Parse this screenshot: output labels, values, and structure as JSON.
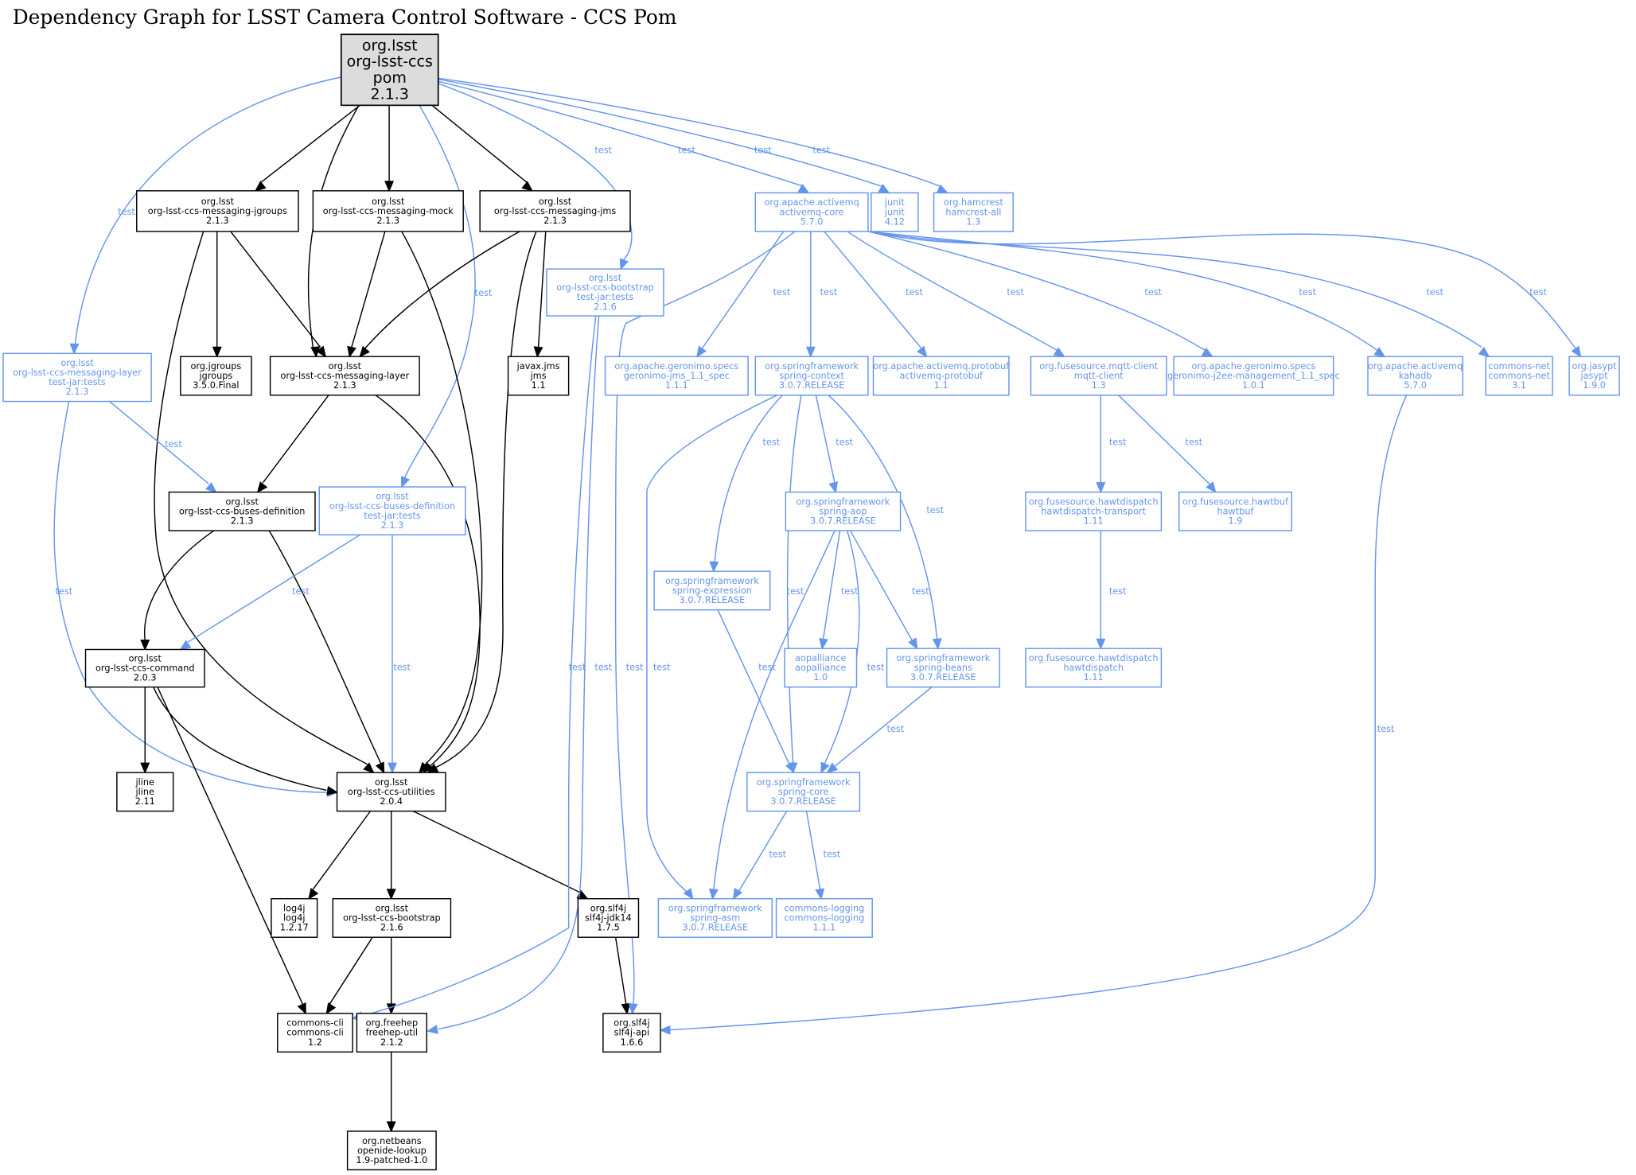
{
  "title": "Dependency Graph for LSST Camera Control Software - CCS Pom",
  "colors": {
    "compile": "#000000",
    "test": "#6495ed",
    "root_fill": "#dcdcdc"
  },
  "nodes": [
    {
      "id": "root",
      "scope": "root",
      "lines": [
        "org.lsst",
        "org-lsst-ccs",
        "pom",
        "2.1.3"
      ]
    },
    {
      "id": "jgroups",
      "scope": "compile",
      "lines": [
        "org.lsst",
        "org-lsst-ccs-messaging-jgroups",
        "2.1.3"
      ]
    },
    {
      "id": "mock",
      "scope": "compile",
      "lines": [
        "org.lsst",
        "org-lsst-ccs-messaging-mock",
        "2.1.3"
      ]
    },
    {
      "id": "jms",
      "scope": "compile",
      "lines": [
        "org.lsst",
        "org-lsst-ccs-messaging-jms",
        "2.1.3"
      ]
    },
    {
      "id": "activemq-core",
      "scope": "test",
      "lines": [
        "org.apache.activemq",
        "activemq-core",
        "5.7.0"
      ]
    },
    {
      "id": "junit",
      "scope": "test",
      "lines": [
        "junit",
        "junit",
        "4.12"
      ]
    },
    {
      "id": "hamcrest",
      "scope": "test",
      "lines": [
        "org.hamcrest",
        "hamcrest-all",
        "1.3"
      ]
    },
    {
      "id": "bootstrap-tj",
      "scope": "test",
      "lines": [
        "org.lsst",
        "org-lsst-ccs-bootstrap",
        "test-jar:tests",
        "2.1.6"
      ]
    },
    {
      "id": "msglayer-tj",
      "scope": "test",
      "lines": [
        "org.lsst",
        "org-lsst-ccs-messaging-layer",
        "test-jar:tests",
        "2.1.3"
      ]
    },
    {
      "id": "jgroups-lib",
      "scope": "compile",
      "lines": [
        "org.jgroups",
        "jgroups",
        "3.5.0.Final"
      ]
    },
    {
      "id": "msglayer",
      "scope": "compile",
      "lines": [
        "org.lsst",
        "org-lsst-ccs-messaging-layer",
        "2.1.3"
      ]
    },
    {
      "id": "jms-lib",
      "scope": "compile",
      "lines": [
        "javax.jms",
        "jms",
        "1.1"
      ]
    },
    {
      "id": "geronimo-jms",
      "scope": "test",
      "lines": [
        "org.apache.geronimo.specs",
        "geronimo-jms_1.1_spec",
        "1.1.1"
      ]
    },
    {
      "id": "spring-context",
      "scope": "test",
      "lines": [
        "org.springframework",
        "spring-context",
        "3.0.7.RELEASE"
      ]
    },
    {
      "id": "protobuf",
      "scope": "test",
      "lines": [
        "org.apache.activemq.protobuf",
        "activemq-protobuf",
        "1.1"
      ]
    },
    {
      "id": "mqtt",
      "scope": "test",
      "lines": [
        "org.fusesource.mqtt-client",
        "mqtt-client",
        "1.3"
      ]
    },
    {
      "id": "geronimo-j2ee",
      "scope": "test",
      "lines": [
        "org.apache.geronimo.specs",
        "geronimo-j2ee-management_1.1_spec",
        "1.0.1"
      ]
    },
    {
      "id": "kahadb",
      "scope": "test",
      "lines": [
        "org.apache.activemq",
        "kahadb",
        "5.7.0"
      ]
    },
    {
      "id": "commons-net",
      "scope": "test",
      "lines": [
        "commons-net",
        "commons-net",
        "3.1"
      ]
    },
    {
      "id": "jasypt",
      "scope": "test",
      "lines": [
        "org.jasypt",
        "jasypt",
        "1.9.0"
      ]
    },
    {
      "id": "buses-def",
      "scope": "compile",
      "lines": [
        "org.lsst",
        "org-lsst-ccs-buses-definition",
        "2.1.3"
      ]
    },
    {
      "id": "buses-def-tj",
      "scope": "test",
      "lines": [
        "org.lsst",
        "org-lsst-ccs-buses-definition",
        "test-jar:tests",
        "2.1.3"
      ]
    },
    {
      "id": "spring-aop",
      "scope": "test",
      "lines": [
        "org.springframework",
        "spring-aop",
        "3.0.7.RELEASE"
      ]
    },
    {
      "id": "hawtdispatch-transport",
      "scope": "test",
      "lines": [
        "org.fusesource.hawtdispatch",
        "hawtdispatch-transport",
        "1.11"
      ]
    },
    {
      "id": "hawtbuf",
      "scope": "test",
      "lines": [
        "org.fusesource.hawtbuf",
        "hawtbuf",
        "1.9"
      ]
    },
    {
      "id": "spring-expression",
      "scope": "test",
      "lines": [
        "org.springframework",
        "spring-expression",
        "3.0.7.RELEASE"
      ]
    },
    {
      "id": "command",
      "scope": "compile",
      "lines": [
        "org.lsst",
        "org-lsst-ccs-command",
        "2.0.3"
      ]
    },
    {
      "id": "aopalliance",
      "scope": "test",
      "lines": [
        "aopalliance",
        "aopalliance",
        "1.0"
      ]
    },
    {
      "id": "spring-beans",
      "scope": "test",
      "lines": [
        "org.springframework",
        "spring-beans",
        "3.0.7.RELEASE"
      ]
    },
    {
      "id": "hawtdispatch",
      "scope": "test",
      "lines": [
        "org.fusesource.hawtdispatch",
        "hawtdispatch",
        "1.11"
      ]
    },
    {
      "id": "utilities",
      "scope": "compile",
      "lines": [
        "org.lsst",
        "org-lsst-ccs-utilities",
        "2.0.4"
      ]
    },
    {
      "id": "jline",
      "scope": "compile",
      "lines": [
        "jline",
        "jline",
        "2.11"
      ]
    },
    {
      "id": "spring-core",
      "scope": "test",
      "lines": [
        "org.springframework",
        "spring-core",
        "3.0.7.RELEASE"
      ]
    },
    {
      "id": "log4j",
      "scope": "compile",
      "lines": [
        "log4j",
        "log4j",
        "1.2.17"
      ]
    },
    {
      "id": "bootstrap",
      "scope": "compile",
      "lines": [
        "org.lsst",
        "org-lsst-ccs-bootstrap",
        "2.1.6"
      ]
    },
    {
      "id": "slf4j-jdk14",
      "scope": "compile",
      "lines": [
        "org.slf4j",
        "slf4j-jdk14",
        "1.7.5"
      ]
    },
    {
      "id": "spring-asm",
      "scope": "test",
      "lines": [
        "org.springframework",
        "spring-asm",
        "3.0.7.RELEASE"
      ]
    },
    {
      "id": "commons-logging",
      "scope": "test",
      "lines": [
        "commons-logging",
        "commons-logging",
        "1.1.1"
      ]
    },
    {
      "id": "commons-cli",
      "scope": "compile",
      "lines": [
        "commons-cli",
        "commons-cli",
        "1.2"
      ]
    },
    {
      "id": "freehep",
      "scope": "compile",
      "lines": [
        "org.freehep",
        "freehep-util",
        "2.1.2"
      ]
    },
    {
      "id": "slf4j-api",
      "scope": "compile",
      "lines": [
        "org.slf4j",
        "slf4j-api",
        "1.6.6"
      ]
    },
    {
      "id": "openide",
      "scope": "compile",
      "lines": [
        "org.netbeans",
        "openide-lookup",
        "1.9-patched-1.0"
      ]
    }
  ],
  "edges": [
    {
      "from": "root",
      "to": "jgroups",
      "scope": "compile",
      "label": ""
    },
    {
      "from": "root",
      "to": "mock",
      "scope": "compile",
      "label": ""
    },
    {
      "from": "root",
      "to": "jms",
      "scope": "compile",
      "label": ""
    },
    {
      "from": "root",
      "to": "msglayer",
      "scope": "compile",
      "label": ""
    },
    {
      "from": "root",
      "to": "msglayer-tj",
      "scope": "test",
      "label": "test"
    },
    {
      "from": "root",
      "to": "buses-def-tj",
      "scope": "test",
      "label": "test"
    },
    {
      "from": "root",
      "to": "bootstrap-tj",
      "scope": "test",
      "label": "test"
    },
    {
      "from": "root",
      "to": "activemq-core",
      "scope": "test",
      "label": "test"
    },
    {
      "from": "root",
      "to": "junit",
      "scope": "test",
      "label": "test"
    },
    {
      "from": "root",
      "to": "hamcrest",
      "scope": "test",
      "label": "test"
    },
    {
      "from": "jgroups",
      "to": "jgroups-lib",
      "scope": "compile",
      "label": ""
    },
    {
      "from": "jgroups",
      "to": "msglayer",
      "scope": "compile",
      "label": ""
    },
    {
      "from": "jgroups",
      "to": "utilities",
      "scope": "compile",
      "label": ""
    },
    {
      "from": "mock",
      "to": "msglayer",
      "scope": "compile",
      "label": ""
    },
    {
      "from": "mock",
      "to": "utilities",
      "scope": "compile",
      "label": ""
    },
    {
      "from": "jms",
      "to": "msglayer",
      "scope": "compile",
      "label": ""
    },
    {
      "from": "jms",
      "to": "jms-lib",
      "scope": "compile",
      "label": ""
    },
    {
      "from": "jms",
      "to": "utilities",
      "scope": "compile",
      "label": ""
    },
    {
      "from": "msglayer",
      "to": "buses-def",
      "scope": "compile",
      "label": ""
    },
    {
      "from": "msglayer",
      "to": "utilities",
      "scope": "compile",
      "label": ""
    },
    {
      "from": "msglayer-tj",
      "to": "buses-def",
      "scope": "test",
      "label": "test"
    },
    {
      "from": "msglayer-tj",
      "to": "utilities",
      "scope": "test",
      "label": "test"
    },
    {
      "from": "buses-def",
      "to": "command",
      "scope": "compile",
      "label": ""
    },
    {
      "from": "buses-def",
      "to": "utilities",
      "scope": "compile",
      "label": ""
    },
    {
      "from": "buses-def-tj",
      "to": "command",
      "scope": "test",
      "label": "test"
    },
    {
      "from": "buses-def-tj",
      "to": "utilities",
      "scope": "test",
      "label": "test"
    },
    {
      "from": "command",
      "to": "jline",
      "scope": "compile",
      "label": ""
    },
    {
      "from": "command",
      "to": "utilities",
      "scope": "compile",
      "label": ""
    },
    {
      "from": "command",
      "to": "commons-cli",
      "scope": "compile",
      "label": ""
    },
    {
      "from": "utilities",
      "to": "log4j",
      "scope": "compile",
      "label": ""
    },
    {
      "from": "utilities",
      "to": "bootstrap",
      "scope": "compile",
      "label": ""
    },
    {
      "from": "utilities",
      "to": "slf4j-jdk14",
      "scope": "compile",
      "label": ""
    },
    {
      "from": "bootstrap",
      "to": "commons-cli",
      "scope": "compile",
      "label": ""
    },
    {
      "from": "bootstrap",
      "to": "freehep",
      "scope": "compile",
      "label": ""
    },
    {
      "from": "freehep",
      "to": "openide",
      "scope": "compile",
      "label": ""
    },
    {
      "from": "slf4j-jdk14",
      "to": "slf4j-api",
      "scope": "compile",
      "label": ""
    },
    {
      "from": "bootstrap-tj",
      "to": "commons-cli",
      "scope": "test",
      "label": "test"
    },
    {
      "from": "bootstrap-tj",
      "to": "freehep",
      "scope": "test",
      "label": "test"
    },
    {
      "from": "activemq-core",
      "to": "slf4j-api",
      "scope": "test",
      "label": "test"
    },
    {
      "from": "activemq-core",
      "to": "geronimo-jms",
      "scope": "test",
      "label": "test"
    },
    {
      "from": "activemq-core",
      "to": "spring-context",
      "scope": "test",
      "label": "test"
    },
    {
      "from": "activemq-core",
      "to": "protobuf",
      "scope": "test",
      "label": "test"
    },
    {
      "from": "activemq-core",
      "to": "mqtt",
      "scope": "test",
      "label": "test"
    },
    {
      "from": "activemq-core",
      "to": "geronimo-j2ee",
      "scope": "test",
      "label": "test"
    },
    {
      "from": "activemq-core",
      "to": "kahadb",
      "scope": "test",
      "label": "test"
    },
    {
      "from": "activemq-core",
      "to": "commons-net",
      "scope": "test",
      "label": "test"
    },
    {
      "from": "activemq-core",
      "to": "jasypt",
      "scope": "test",
      "label": "test"
    },
    {
      "from": "kahadb",
      "to": "slf4j-api",
      "scope": "test",
      "label": "test"
    },
    {
      "from": "spring-context",
      "to": "spring-expression",
      "scope": "test",
      "label": "test"
    },
    {
      "from": "spring-context",
      "to": "spring-aop",
      "scope": "test",
      "label": "test"
    },
    {
      "from": "spring-context",
      "to": "spring-beans",
      "scope": "test",
      "label": "test"
    },
    {
      "from": "spring-context",
      "to": "spring-core",
      "scope": "test",
      "label": "test"
    },
    {
      "from": "spring-context",
      "to": "spring-asm",
      "scope": "test",
      "label": "test"
    },
    {
      "from": "spring-aop",
      "to": "aopalliance",
      "scope": "test",
      "label": "test"
    },
    {
      "from": "spring-aop",
      "to": "spring-beans",
      "scope": "test",
      "label": "test"
    },
    {
      "from": "spring-aop",
      "to": "spring-core",
      "scope": "test",
      "label": "test"
    },
    {
      "from": "spring-aop",
      "to": "spring-asm",
      "scope": "test",
      "label": "test"
    },
    {
      "from": "spring-expression",
      "to": "spring-core",
      "scope": "test",
      "label": "test"
    },
    {
      "from": "spring-beans",
      "to": "spring-core",
      "scope": "test",
      "label": "test"
    },
    {
      "from": "spring-core",
      "to": "spring-asm",
      "scope": "test",
      "label": "test"
    },
    {
      "from": "spring-core",
      "to": "commons-logging",
      "scope": "test",
      "label": "test"
    },
    {
      "from": "mqtt",
      "to": "hawtdispatch-transport",
      "scope": "test",
      "label": "test"
    },
    {
      "from": "mqtt",
      "to": "hawtbuf",
      "scope": "test",
      "label": "test"
    },
    {
      "from": "hawtdispatch-transport",
      "to": "hawtdispatch",
      "scope": "test",
      "label": "test"
    }
  ]
}
